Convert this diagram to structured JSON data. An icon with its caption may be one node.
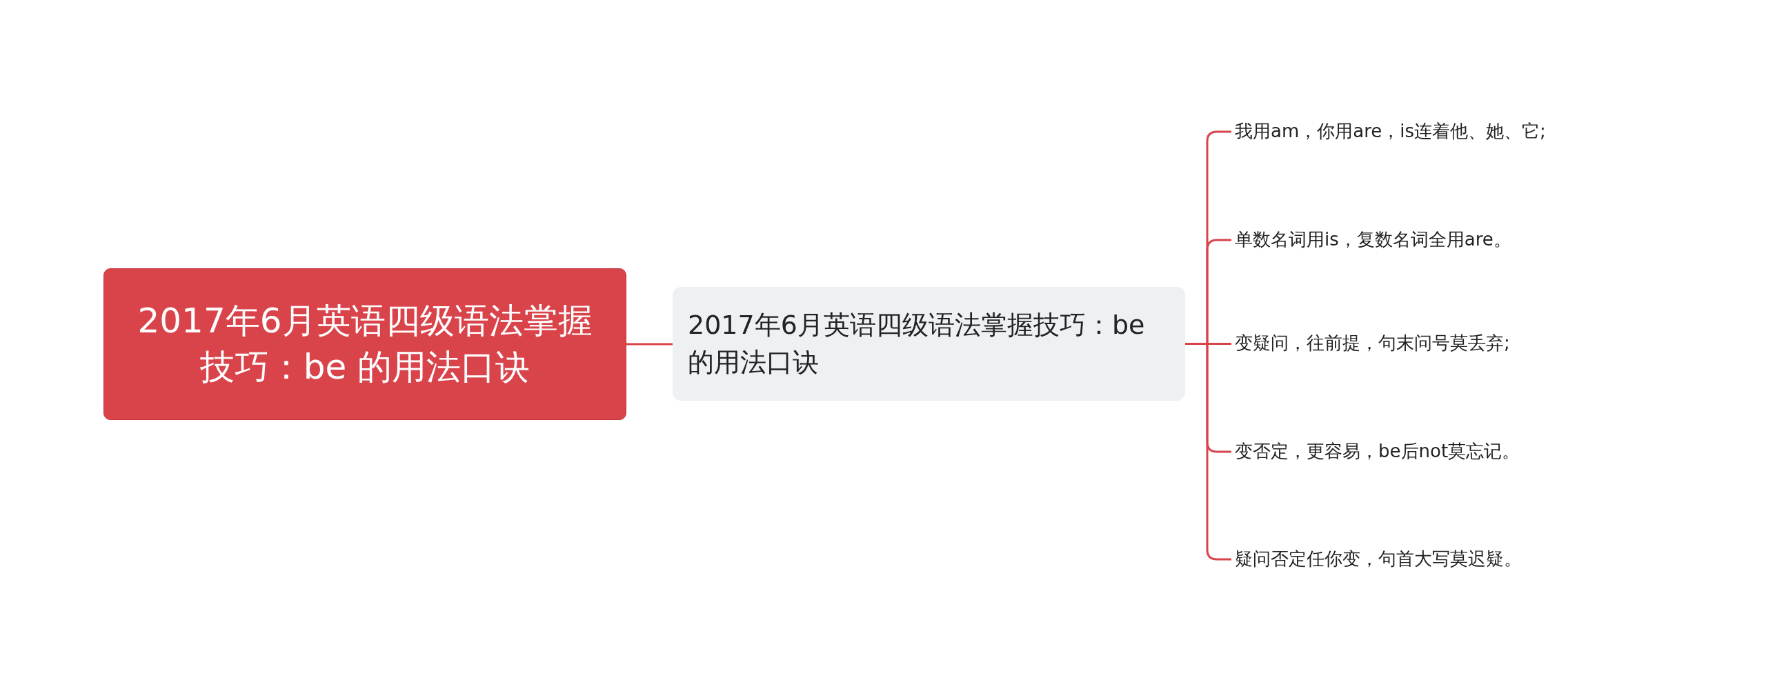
{
  "diagram": {
    "nodes": [
      {
        "text": [
          "2017年6月英语四级语法掌握技巧：be 的用法口诀"
        ]
      },
      {
        "text": [
          "2017年6月英语四级语法掌握技巧：be的用法口诀"
        ]
      },
      {
        "text": [
          "我用am，你用are，is连着他、她、它;"
        ]
      },
      {
        "text": [
          "单数名词用is，复数名词全用are。"
        ]
      },
      {
        "text": [
          "变疑问，往前提，句末问号莫丢弃;"
        ]
      },
      {
        "text": [
          "变否定，更容易，be后not莫忘记。"
        ]
      },
      {
        "text": [
          "疑问否定任你变，句首大写莫迟疑。"
        ]
      }
    ],
    "edges": [
      {
        "from": 0,
        "to": 1,
        "arrow": "none"
      },
      {
        "from": 1,
        "to": 2,
        "arrow": "none"
      },
      {
        "from": 1,
        "to": 3,
        "arrow": "none"
      },
      {
        "from": 1,
        "to": 4,
        "arrow": "none"
      },
      {
        "from": 1,
        "to": 5,
        "arrow": "none"
      },
      {
        "from": 1,
        "to": 6,
        "arrow": "none"
      }
    ]
  }
}
